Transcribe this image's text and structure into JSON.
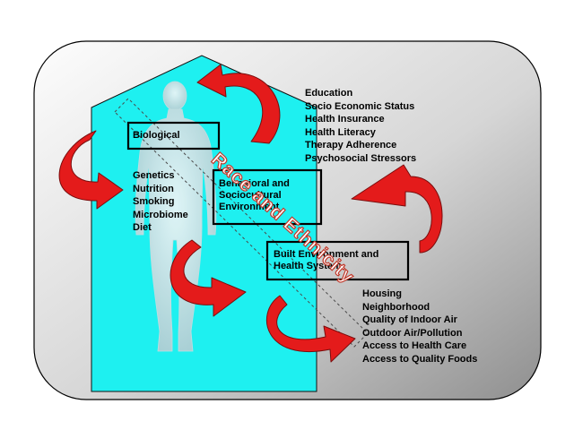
{
  "boxes": {
    "biological": "Biological",
    "behavioral_line1": "Behavioral and",
    "behavioral_line2": "Sociocultural",
    "behavioral_line3": "Environment",
    "built_line1": "Built Environment and",
    "built_line2": "Health System"
  },
  "lists": {
    "social": [
      "Education",
      "Socio Economic Status",
      "Health Insurance",
      "Health Literacy",
      "Therapy Adherence",
      "Psychosocial Stressors"
    ],
    "biological": [
      "Genetics",
      "Nutrition",
      "Smoking",
      "Microbiome",
      "Diet"
    ],
    "built": [
      "Housing",
      "Neighborhood",
      "Quality of Indoor Air",
      "Outdoor Air/Pollution",
      "Access to Health Care",
      "Access to Quality Foods"
    ]
  },
  "watermark": "Race and Ethnicity",
  "colors": {
    "house_fill": "#1ef0f0",
    "arrow_fill": "#e41b1b",
    "background_gradient_start": "#fdfdfd",
    "background_gradient_end": "#8f8f8f"
  }
}
